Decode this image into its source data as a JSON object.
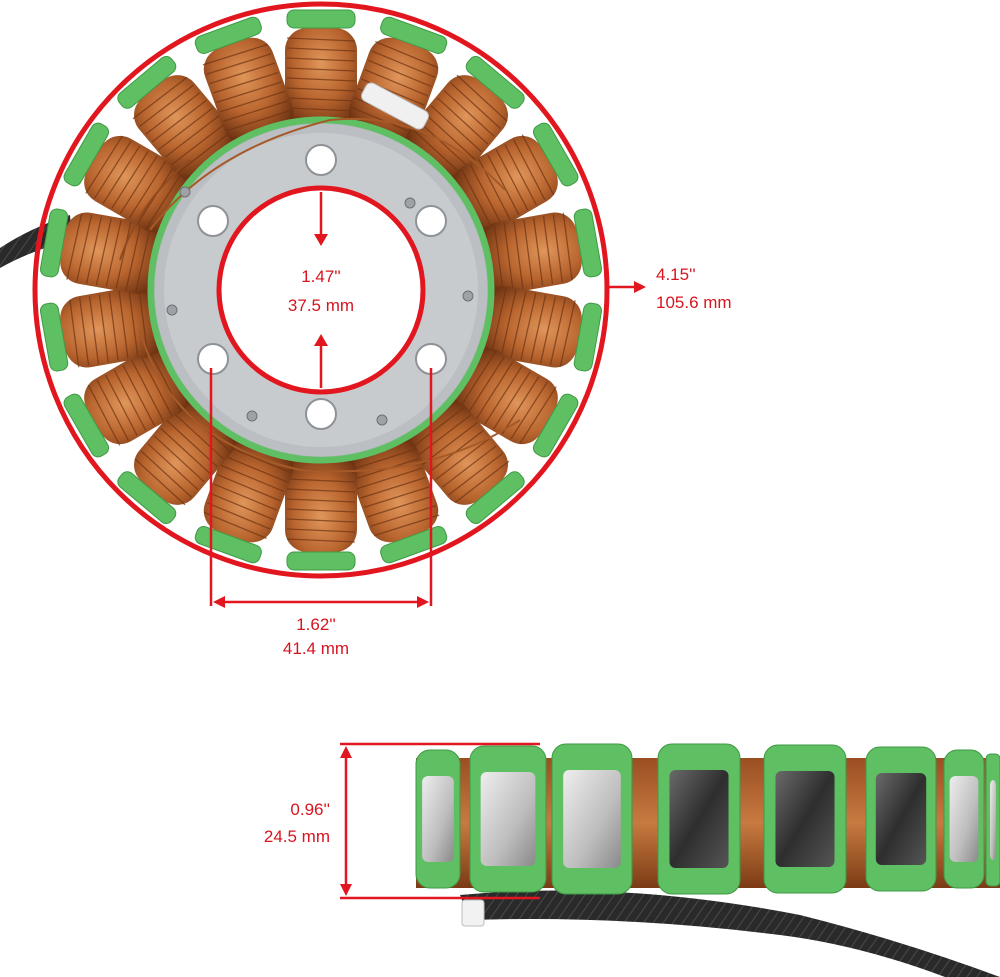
{
  "colors": {
    "accent_red": "#e2161e",
    "label_red": "#d6151f",
    "copper": "#b8642e",
    "copper_dark": "#7a3a16",
    "insulator_green": "#5fbf63",
    "steel": "#c9cccf",
    "wire_black": "#222222"
  },
  "dimensions": {
    "inner_bore": {
      "inches": "1.47''",
      "mm": "37.5 mm"
    },
    "outer_diameter": {
      "inches": "4.15''",
      "mm": "105.6 mm"
    },
    "bolt_spacing": {
      "inches": "1.62''",
      "mm": "41.4 mm"
    },
    "height": {
      "inches": "0.96''",
      "mm": "24.5 mm"
    }
  },
  "views": {
    "top": {
      "coil_count": 18,
      "mounting_holes": 6
    },
    "side": {
      "visible_poles": 8
    }
  }
}
